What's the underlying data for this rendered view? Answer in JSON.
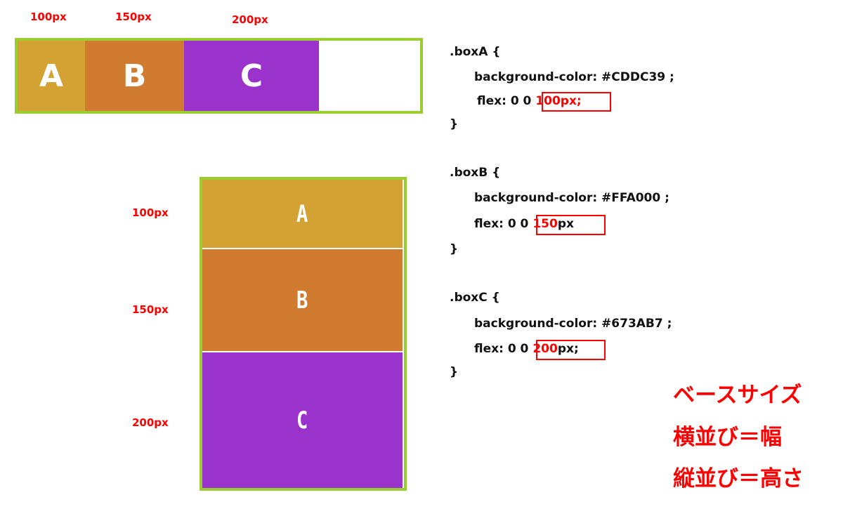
{
  "horizontal": {
    "labels": [
      "100px",
      "150px",
      "200px"
    ],
    "boxes": [
      {
        "letter": "A",
        "color": "#d4a232"
      },
      {
        "letter": "B",
        "color": "#d07b2f"
      },
      {
        "letter": "C",
        "color": "#9933cc"
      }
    ],
    "frame_color": "#9acd32"
  },
  "vertical": {
    "labels": [
      "100px",
      "150px",
      "200px"
    ],
    "boxes": [
      {
        "letter": "A",
        "color": "#d4a232"
      },
      {
        "letter": "B",
        "color": "#d07b2f"
      },
      {
        "letter": "C",
        "color": "#9933cc"
      }
    ]
  },
  "code": {
    "boxA": {
      "selector": ".boxA {",
      "bg_line": "background-color: #CDDC39 ;",
      "flex_prefix": "flex: 0 0 ",
      "flex_value": "100px;",
      "close": "}"
    },
    "boxB": {
      "selector": ".boxB {",
      "bg_line": "background-color: #FFA000 ;",
      "flex_prefix": "flex: 0 0 ",
      "flex_value_red": "150",
      "flex_value_black": "px",
      "close": "}"
    },
    "boxC": {
      "selector": ".boxC {",
      "bg_line": "background-color: #673AB7 ;",
      "flex_prefix": "flex: 0 0 ",
      "flex_value_red": "200",
      "flex_value_black": "px;",
      "close": "}"
    }
  },
  "notes": [
    "ベースサイズ",
    "横並び＝幅",
    "縦並び＝高さ"
  ]
}
